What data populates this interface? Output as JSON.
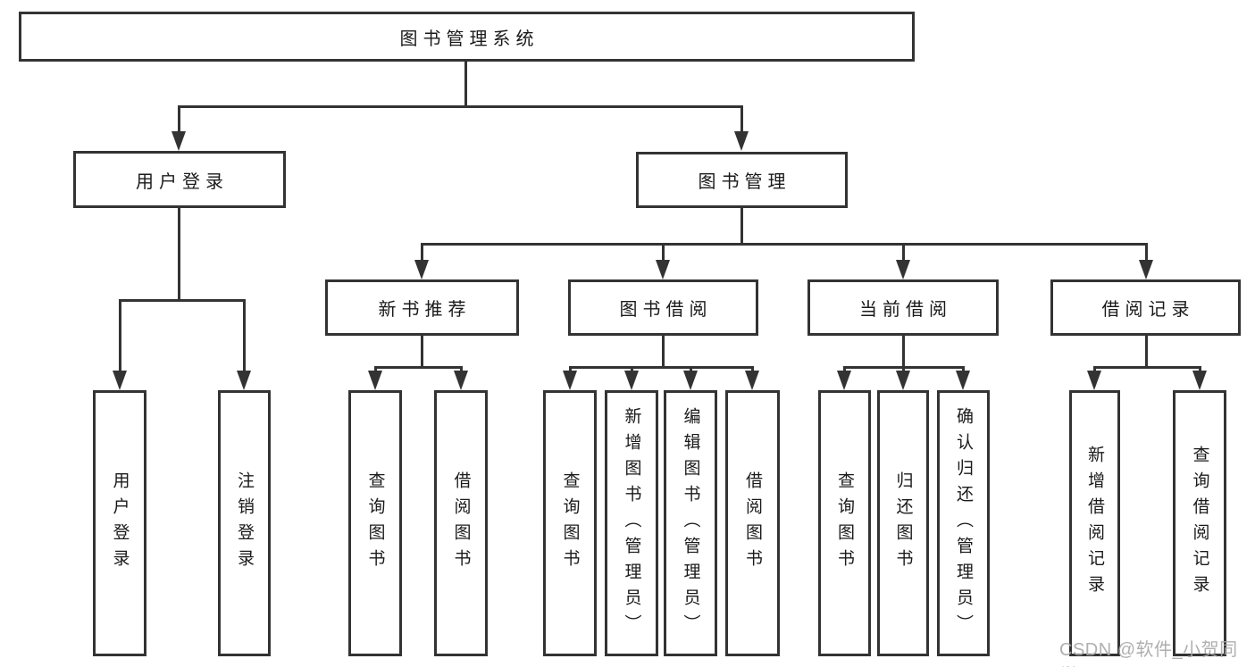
{
  "diagram_title": "图书管理系统",
  "colors": {
    "line": "#333333",
    "text": "#1a1a1a",
    "watermark": "#a9a9a9",
    "bg": "#ffffff"
  },
  "watermark": {
    "text": "CSDN @软件_小贺同学"
  },
  "tree": {
    "label": "图书管理系统",
    "children": [
      {
        "label": "用户登录",
        "children": [
          {
            "label": "用户登录"
          },
          {
            "label": "注销登录"
          }
        ]
      },
      {
        "label": "图书管理",
        "children": [
          {
            "label": "新书推荐",
            "children": [
              {
                "label": "查询图书"
              },
              {
                "label": "借阅图书"
              }
            ]
          },
          {
            "label": "图书借阅",
            "children": [
              {
                "label": "查询图书"
              },
              {
                "label": "新增图书（管理员）"
              },
              {
                "label": "编辑图书（管理员）"
              },
              {
                "label": "借阅图书"
              }
            ]
          },
          {
            "label": "当前借阅",
            "children": [
              {
                "label": "查询图书"
              },
              {
                "label": "归还图书"
              },
              {
                "label": "确认归还（管理员）"
              }
            ]
          },
          {
            "label": "借阅记录",
            "children": [
              {
                "label": "新增借阅记录"
              },
              {
                "label": "查询借阅记录"
              }
            ]
          }
        ]
      }
    ]
  }
}
